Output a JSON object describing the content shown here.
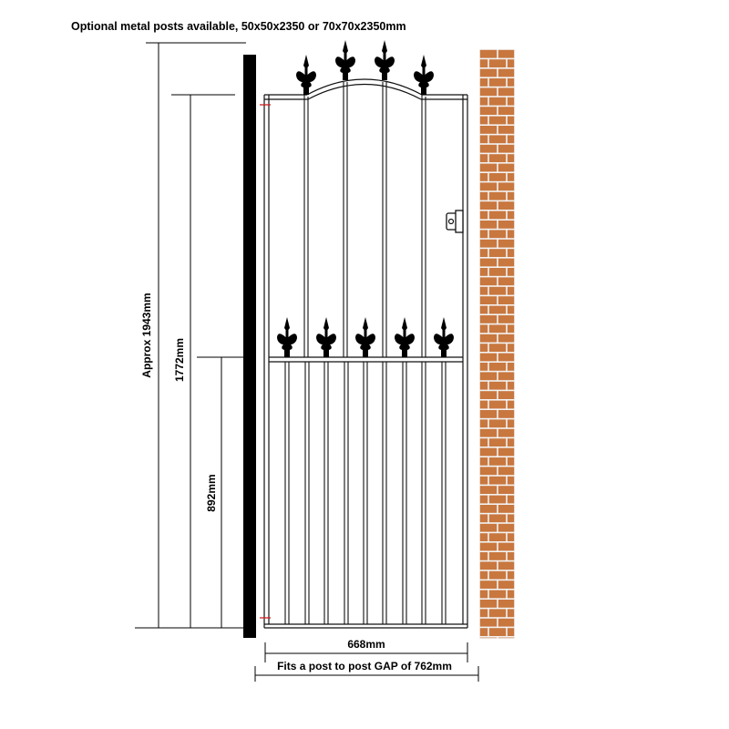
{
  "header": {
    "note": "Optional metal posts available, 50x50x2350 or 70x70x2350mm"
  },
  "dimensions": {
    "total_height": "Approx 1943mm",
    "frame_height": "1772mm",
    "lower_height": "892mm",
    "gate_width": "668mm",
    "gap_width": "Fits a post to post GAP of 762mm"
  },
  "colors": {
    "post": "#000000",
    "frame": "#1a1a1a",
    "brick": "#c8773f",
    "mortar": "#f3f3f3",
    "hinge_mark": "#d02020",
    "line": "#000000"
  },
  "icons": {
    "finial": "fleur-de-lis-finial-icon",
    "latch": "latch-icon",
    "hinge": "hinge-mark-icon"
  }
}
